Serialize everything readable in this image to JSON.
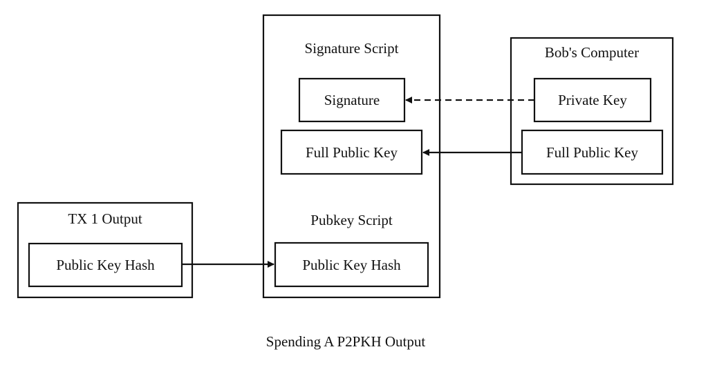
{
  "diagram": {
    "groups": {
      "tx1_output": {
        "title": "TX 1 Output",
        "items": {
          "public_key_hash": "Public Key Hash"
        }
      },
      "transaction": {
        "signature_script_title": "Signature Script",
        "pubkey_script_title": "Pubkey Script",
        "items": {
          "signature": "Signature",
          "full_public_key": "Full Public Key",
          "public_key_hash": "Public Key Hash"
        }
      },
      "bobs_computer": {
        "title": "Bob's Computer",
        "items": {
          "private_key": "Private Key",
          "full_public_key": "Full Public Key"
        }
      }
    },
    "edges": [
      {
        "from": "bobs_computer.private_key",
        "to": "transaction.signature",
        "style": "dashed"
      },
      {
        "from": "bobs_computer.full_public_key",
        "to": "transaction.full_public_key",
        "style": "solid"
      },
      {
        "from": "tx1_output.public_key_hash",
        "to": "transaction.public_key_hash",
        "style": "solid"
      }
    ],
    "caption": "Spending A P2PKH Output"
  }
}
